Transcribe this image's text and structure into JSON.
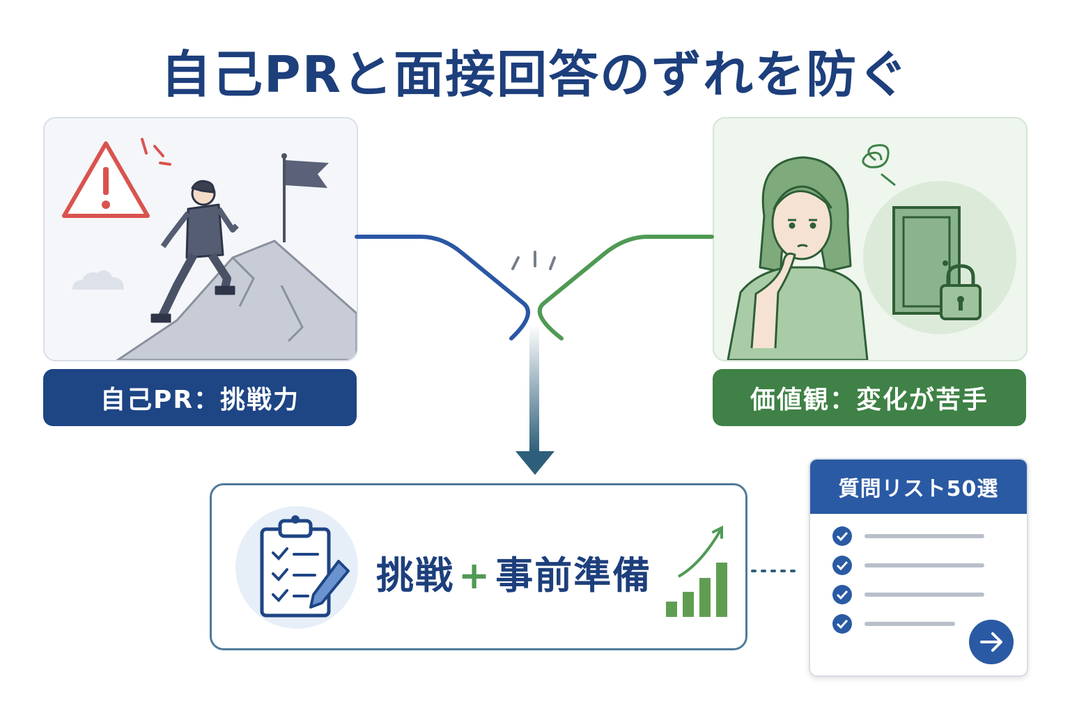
{
  "title": "自己PRと面接回答のずれを防ぐ",
  "left": {
    "label": "自己PR：挑戦力"
  },
  "right": {
    "label": "価値観：変化が苦手"
  },
  "solution": {
    "part1": "挑戦",
    "plus": "+",
    "part2": "事前準備"
  },
  "checklist": {
    "heading": "質問リスト50選",
    "items": 4
  },
  "colors": {
    "blue": "#1e4584",
    "green": "#3f8146",
    "warning": "#d9534f"
  },
  "icons": [
    "warning-icon",
    "flag-icon",
    "cloud-icon",
    "question-swirl-icon",
    "door-icon",
    "lock-icon",
    "clipboard-icon",
    "pencil-icon",
    "growth-chart-icon",
    "check-icon",
    "arrow-right-icon"
  ]
}
